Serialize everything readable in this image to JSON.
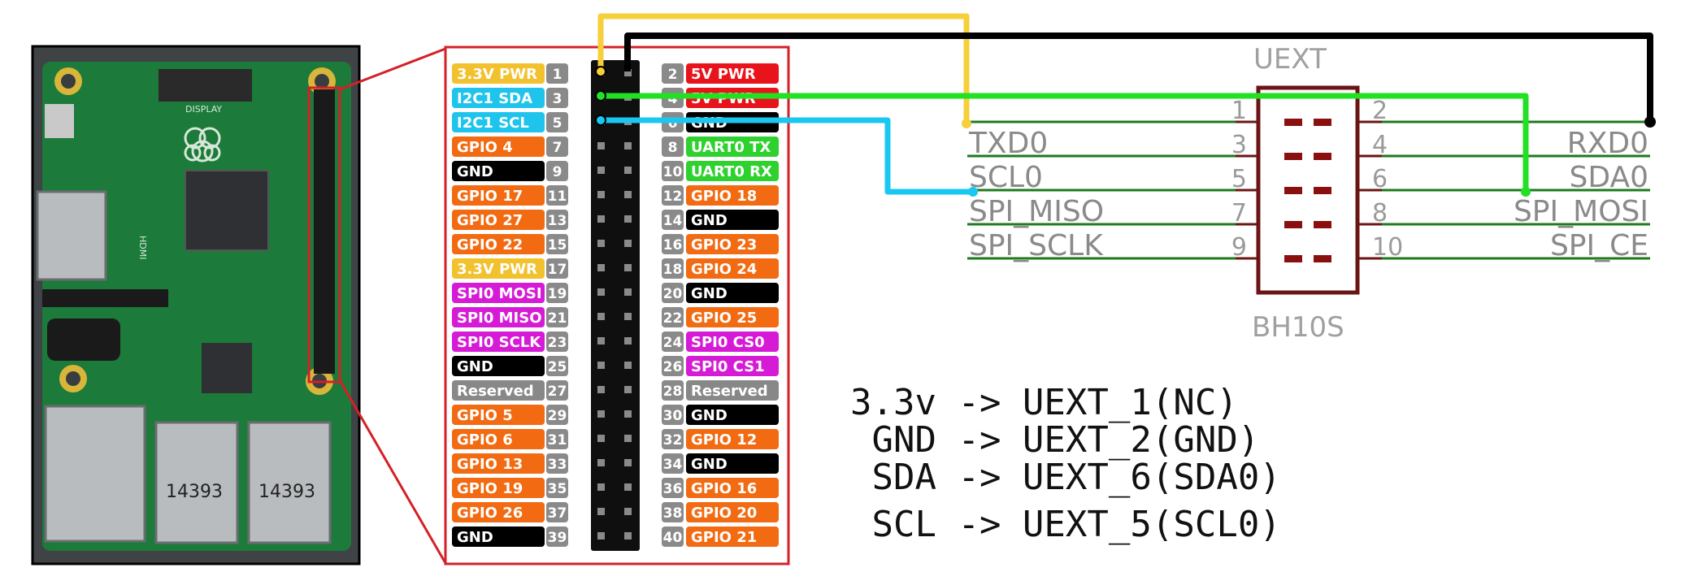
{
  "colors": {
    "pwr33": "#f2c12e",
    "pwr5": "#e8141b",
    "i2c": "#1fc4ec",
    "gpio": "#f26b12",
    "gnd": "#000000",
    "uart": "#2ed12e",
    "spi": "#d61bd6",
    "reserved": "#888888",
    "callout": "#d42027",
    "wire_yellow": "#f7cf3a",
    "wire_black": "#000000",
    "wire_green": "#22e023",
    "wire_cyan": "#19c8f0",
    "connector": "#6b1414",
    "pcb": "#1c7a3a"
  },
  "board": {
    "hdmi": "HDMI",
    "display": "DISPLAY",
    "usb_label_1": "14393",
    "usb_label_2": "14393"
  },
  "header_pins": {
    "left": [
      {
        "num": "1",
        "label": "3.3V PWR",
        "color": "pwr33"
      },
      {
        "num": "3",
        "label": "I2C1 SDA",
        "color": "i2c"
      },
      {
        "num": "5",
        "label": "I2C1 SCL",
        "color": "i2c"
      },
      {
        "num": "7",
        "label": "GPIO 4",
        "color": "gpio"
      },
      {
        "num": "9",
        "label": "GND",
        "color": "gnd"
      },
      {
        "num": "11",
        "label": "GPIO 17",
        "color": "gpio"
      },
      {
        "num": "13",
        "label": "GPIO 27",
        "color": "gpio"
      },
      {
        "num": "15",
        "label": "GPIO 22",
        "color": "gpio"
      },
      {
        "num": "17",
        "label": "3.3V PWR",
        "color": "pwr33"
      },
      {
        "num": "19",
        "label": "SPI0 MOSI",
        "color": "spi"
      },
      {
        "num": "21",
        "label": "SPI0 MISO",
        "color": "spi"
      },
      {
        "num": "23",
        "label": "SPI0 SCLK",
        "color": "spi"
      },
      {
        "num": "25",
        "label": "GND",
        "color": "gnd"
      },
      {
        "num": "27",
        "label": "Reserved",
        "color": "reserved"
      },
      {
        "num": "29",
        "label": "GPIO 5",
        "color": "gpio"
      },
      {
        "num": "31",
        "label": "GPIO 6",
        "color": "gpio"
      },
      {
        "num": "33",
        "label": "GPIO 13",
        "color": "gpio"
      },
      {
        "num": "35",
        "label": "GPIO 19",
        "color": "gpio"
      },
      {
        "num": "37",
        "label": "GPIO 26",
        "color": "gpio"
      },
      {
        "num": "39",
        "label": "GND",
        "color": "gnd"
      }
    ],
    "right": [
      {
        "num": "2",
        "label": "5V PWR",
        "color": "pwr5"
      },
      {
        "num": "4",
        "label": "5V PWR",
        "color": "pwr5"
      },
      {
        "num": "6",
        "label": "GND",
        "color": "gnd"
      },
      {
        "num": "8",
        "label": "UART0 TX",
        "color": "uart"
      },
      {
        "num": "10",
        "label": "UART0 RX",
        "color": "uart"
      },
      {
        "num": "12",
        "label": "GPIO 18",
        "color": "gpio"
      },
      {
        "num": "14",
        "label": "GND",
        "color": "gnd"
      },
      {
        "num": "16",
        "label": "GPIO 23",
        "color": "gpio"
      },
      {
        "num": "18",
        "label": "GPIO 24",
        "color": "gpio"
      },
      {
        "num": "20",
        "label": "GND",
        "color": "gnd"
      },
      {
        "num": "22",
        "label": "GPIO 25",
        "color": "gpio"
      },
      {
        "num": "24",
        "label": "SPI0 CS0",
        "color": "spi"
      },
      {
        "num": "26",
        "label": "SPI0 CS1",
        "color": "spi"
      },
      {
        "num": "28",
        "label": "Reserved",
        "color": "reserved"
      },
      {
        "num": "30",
        "label": "GND",
        "color": "gnd"
      },
      {
        "num": "32",
        "label": "GPIO 12",
        "color": "gpio"
      },
      {
        "num": "34",
        "label": "GND",
        "color": "gnd"
      },
      {
        "num": "36",
        "label": "GPIO 16",
        "color": "gpio"
      },
      {
        "num": "38",
        "label": "GPIO 20",
        "color": "gpio"
      },
      {
        "num": "40",
        "label": "GPIO 21",
        "color": "gpio"
      }
    ]
  },
  "uext": {
    "title": "UEXT",
    "part": "BH10S",
    "rows": [
      {
        "left_num": "1",
        "right_num": "2",
        "left_signal": "",
        "right_signal": ""
      },
      {
        "left_num": "3",
        "right_num": "4",
        "left_signal": "TXD0",
        "right_signal": "RXD0"
      },
      {
        "left_num": "5",
        "right_num": "6",
        "left_signal": "SCL0",
        "right_signal": "SDA0"
      },
      {
        "left_num": "7",
        "right_num": "8",
        "left_signal": "SPI_MISO",
        "right_signal": "SPI_MOSI"
      },
      {
        "left_num": "9",
        "right_num": "10",
        "left_signal": "SPI_SCLK",
        "right_signal": "SPI_CE"
      }
    ]
  },
  "mapping": [
    "3.3v -> UEXT_1(NC)",
    " GND -> UEXT_2(GND)",
    " SDA -> UEXT_6(SDA0)",
    " SCL -> UEXT_5(SCL0)"
  ]
}
